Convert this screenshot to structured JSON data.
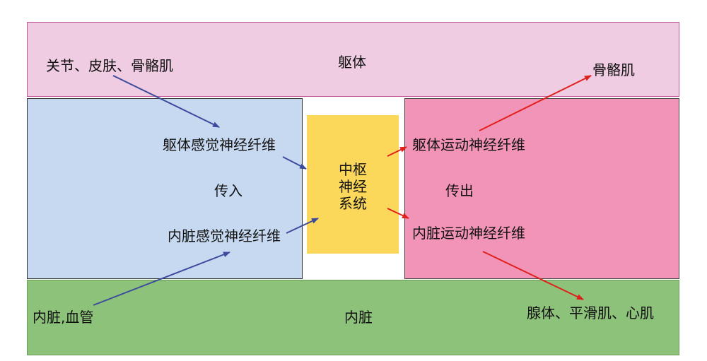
{
  "soma": {
    "title": "躯体",
    "source": "关节、皮肤、骨骼肌",
    "target": "骨骼肌"
  },
  "afferent": {
    "title": "传入",
    "somatic_fiber": "躯体感觉神经纤维",
    "visceral_fiber": "内脏感觉神经纤维"
  },
  "cns": {
    "lines": [
      "中枢",
      "神经",
      "系统"
    ]
  },
  "efferent": {
    "title": "传出",
    "somatic_fiber": "躯体运动神经纤维",
    "visceral_fiber": "内脏运动神经纤维"
  },
  "viscera": {
    "title": "内脏",
    "source": "内脏,血管",
    "target": "腺体、平滑肌、心肌"
  },
  "colors": {
    "afferent_arrow": "#3c4b9c",
    "efferent_arrow": "#e0201c"
  }
}
